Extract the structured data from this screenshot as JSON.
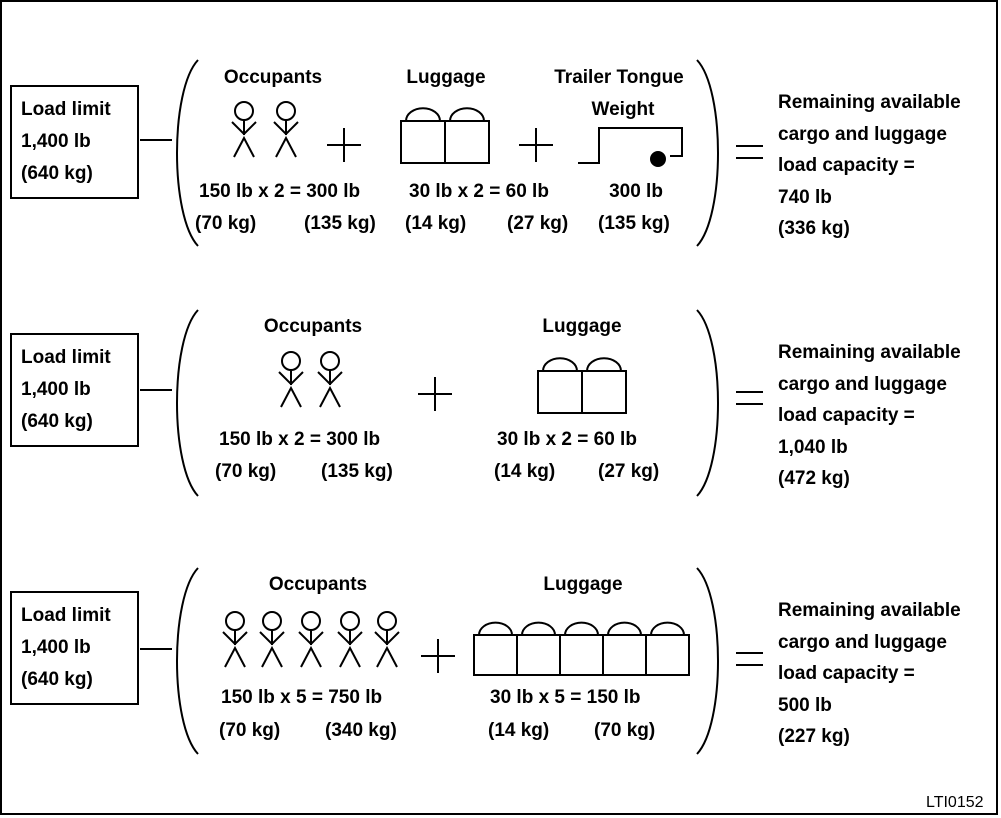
{
  "figure_code": "LTI0152",
  "rows": [
    {
      "load_limit": [
        "Load limit",
        "1,400 lb",
        "(640 kg)"
      ],
      "terms": [
        {
          "title_lines": [
            "Occupants"
          ],
          "count": 2,
          "icon": "person-icon",
          "calc": "150 lb x 2 = 300 lb",
          "unit_kg": "(70 kg)",
          "total_kg": "(135 kg)"
        },
        {
          "title_lines": [
            "Luggage"
          ],
          "count": 2,
          "icon": "luggage-icon",
          "calc": "30 lb x 2 = 60 lb",
          "unit_kg": "(14 kg)",
          "total_kg": "(27 kg)"
        },
        {
          "title_lines": [
            "Trailer Tongue",
            "Weight"
          ],
          "count": 1,
          "icon": "trailer-icon",
          "calc": "300 lb",
          "total_kg": "(135 kg)"
        }
      ],
      "result": [
        "Remaining available",
        "cargo and luggage",
        "load capacity =",
        "740 lb",
        "(336 kg)"
      ]
    },
    {
      "load_limit": [
        "Load limit",
        "1,400 lb",
        "(640 kg)"
      ],
      "terms": [
        {
          "title_lines": [
            "Occupants"
          ],
          "count": 2,
          "icon": "person-icon",
          "calc": "150 lb x 2 = 300 lb",
          "unit_kg": "(70 kg)",
          "total_kg": "(135 kg)"
        },
        {
          "title_lines": [
            "Luggage"
          ],
          "count": 2,
          "icon": "luggage-icon",
          "calc": "30 lb x 2 = 60 lb",
          "unit_kg": "(14 kg)",
          "total_kg": "(27 kg)"
        }
      ],
      "result": [
        "Remaining available",
        "cargo and luggage",
        "load capacity =",
        "1,040 lb",
        "(472 kg)"
      ]
    },
    {
      "load_limit": [
        "Load limit",
        "1,400 lb",
        "(640 kg)"
      ],
      "terms": [
        {
          "title_lines": [
            "Occupants"
          ],
          "count": 5,
          "icon": "person-icon",
          "calc": "150 lb x 5 = 750 lb",
          "unit_kg": "(70 kg)",
          "total_kg": "(340 kg)"
        },
        {
          "title_lines": [
            "Luggage"
          ],
          "count": 5,
          "icon": "luggage-icon",
          "calc": "30 lb x 5 = 150 lb",
          "unit_kg": "(14 kg)",
          "total_kg": "(70 kg)"
        }
      ],
      "result": [
        "Remaining available",
        "cargo and luggage",
        "load capacity =",
        "500 lb",
        "(227 kg)"
      ]
    }
  ]
}
